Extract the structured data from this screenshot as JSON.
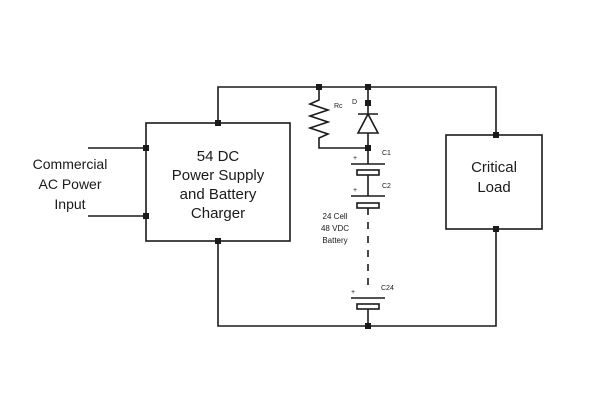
{
  "input_label": [
    "Commercial",
    "AC Power",
    "Input"
  ],
  "charger_label": [
    "54 DC",
    "Power Supply",
    "and Battery",
    "Charger"
  ],
  "load_label": [
    "Critical",
    "Load"
  ],
  "resistor_label": "Rc",
  "diode_label": "D",
  "cell_labels": {
    "c1": "C1",
    "c2": "C2",
    "c24": "C24",
    "plus": "+"
  },
  "battery_label": [
    "24 Cell",
    "48 VDC",
    "Battery"
  ],
  "colors": {
    "line": "#1a1a1a",
    "background": "#ffffff"
  }
}
